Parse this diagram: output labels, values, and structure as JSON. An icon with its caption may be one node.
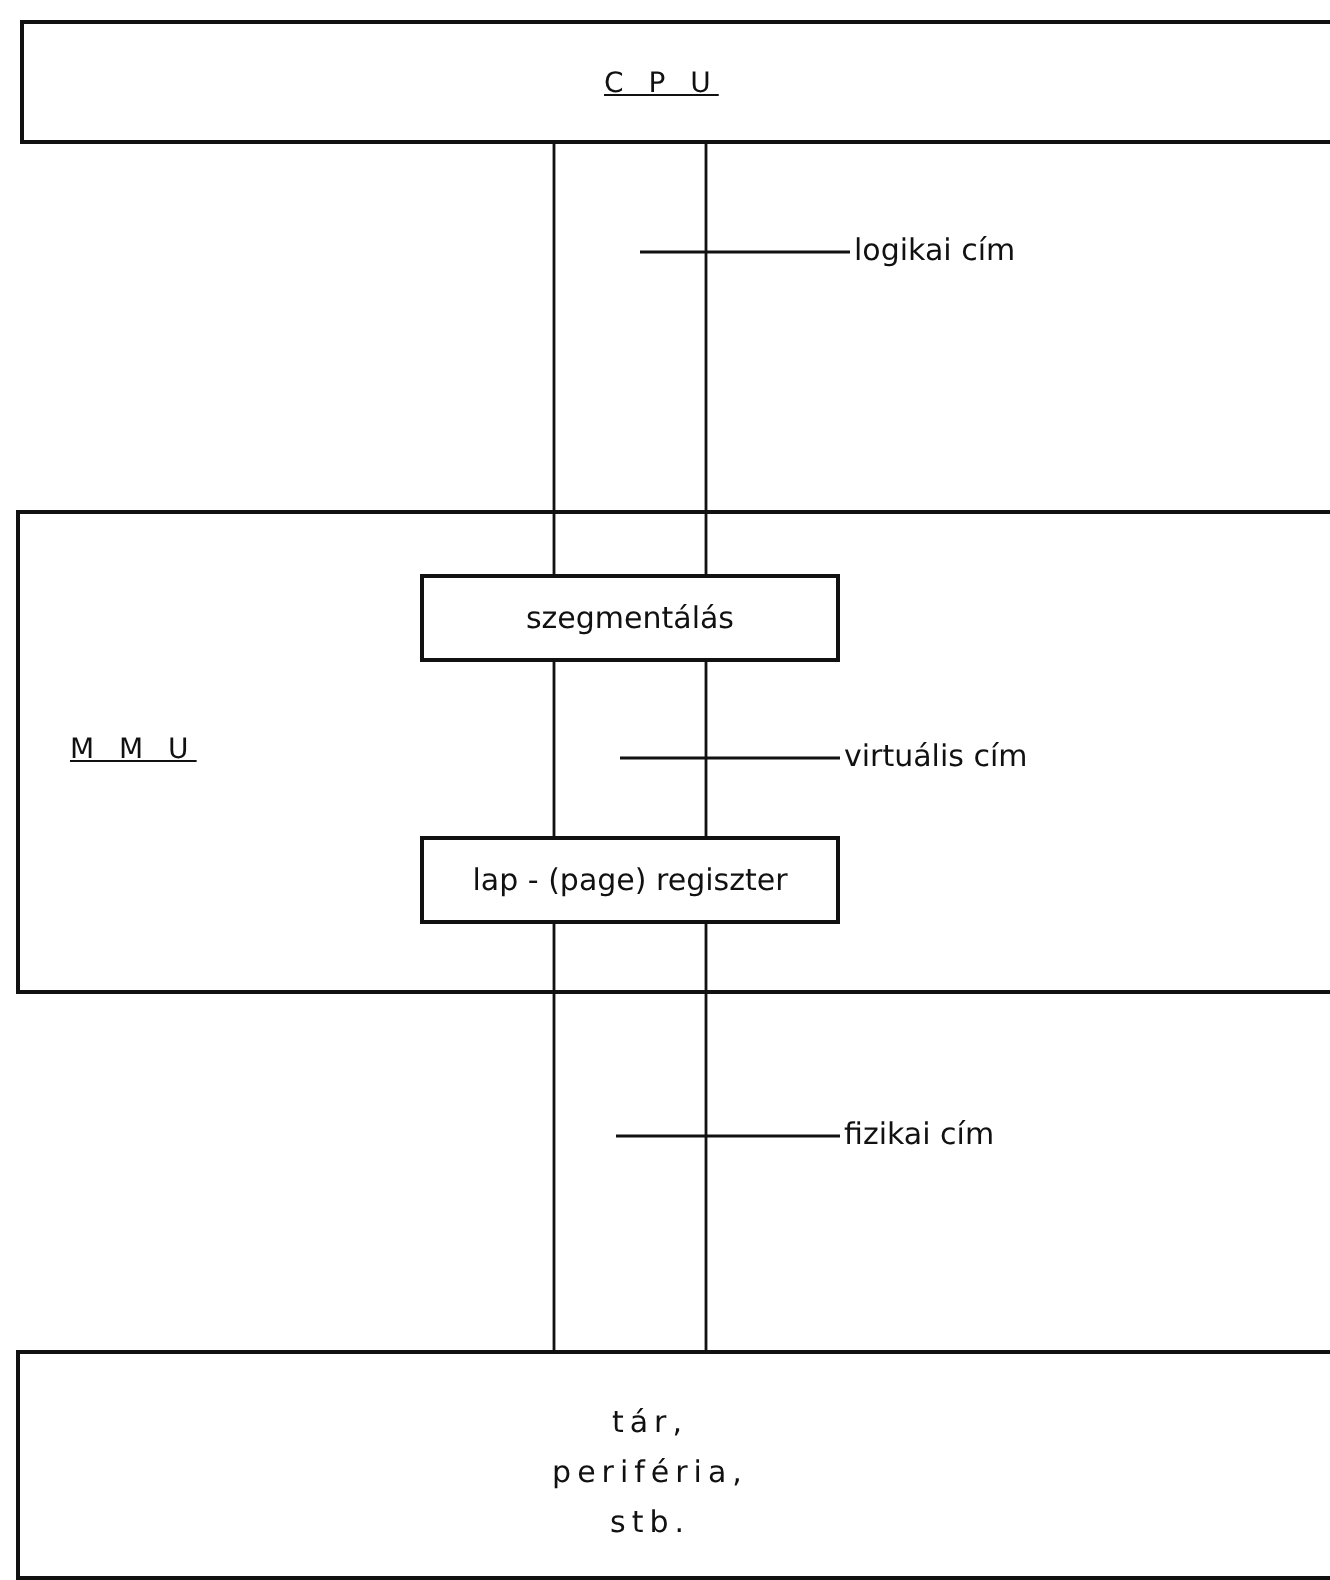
{
  "diagram": {
    "nodes": [
      {
        "text": [
          "C P U"
        ]
      },
      {
        "text": [
          "M M U"
        ]
      },
      {
        "text": [
          "szegmentálás"
        ],
        "in": 1
      },
      {
        "text": [
          "lap - (page) regiszter"
        ],
        "in": 1
      },
      {
        "text": [
          "tár, periféria, stb."
        ]
      },
      {
        "text": [
          "logikai cím"
        ]
      },
      {
        "text": [
          "virtuális cím"
        ],
        "in": 1
      },
      {
        "text": [
          "fizikai cím"
        ]
      }
    ],
    "edges": [
      {
        "from": 0,
        "to": 2,
        "arrow": "none"
      },
      {
        "from": 2,
        "to": 3,
        "arrow": "none"
      },
      {
        "from": 3,
        "to": 4,
        "arrow": "none"
      },
      {
        "from": 5,
        "to": null,
        "arrow": "none"
      },
      {
        "from": 6,
        "to": null,
        "arrow": "none"
      },
      {
        "from": 7,
        "to": null,
        "arrow": "none"
      }
    ]
  }
}
